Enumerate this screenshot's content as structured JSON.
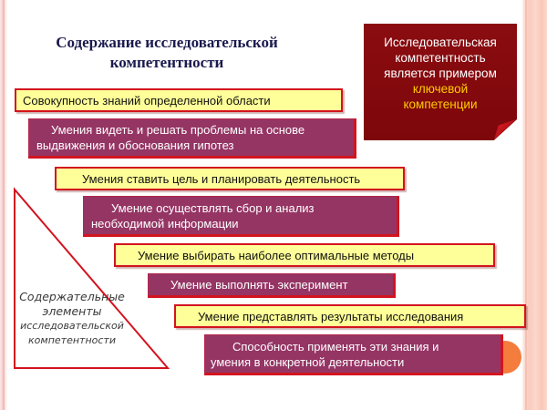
{
  "slide": {
    "title_line1": "Содержание исследовательской",
    "title_line2": "компетентности",
    "callout": {
      "line1": "Исследовательская",
      "line2": "компетентность",
      "line3": "является примером",
      "highlight1": "ключевой",
      "highlight2": "компетенции",
      "background_color": "#800a0d",
      "highlight_color": "#ffcc00"
    },
    "steps": [
      {
        "text": "Совокупность знаний определенной области",
        "style": "yellow"
      },
      {
        "line1": "Умения видеть и решать проблемы на основе",
        "line2": "выдвижения и обоснования гипотез",
        "style": "purple"
      },
      {
        "text": "Умения ставить цель и планировать деятельность",
        "style": "yellow"
      },
      {
        "line1": "Умение осуществлять сбор и анализ",
        "line2": "необходимой информации",
        "style": "purple"
      },
      {
        "text": "Умение выбирать наиболее оптимальные методы",
        "style": "yellow"
      },
      {
        "text": "Умение выполнять эксперимент",
        "style": "purple"
      },
      {
        "text": "Умение представлять результаты исследования",
        "style": "yellow"
      },
      {
        "line1": "Способность применять эти знания и",
        "line2": "умения в конкретной деятельности",
        "style": "purple"
      }
    ],
    "triangle_label": {
      "line1": "Содержательные",
      "line2": "элементы",
      "line3": "исследовательской",
      "line4": "компетентности"
    },
    "colors": {
      "yellow_fill": "#ffff99",
      "purple_fill": "#953564",
      "border_red": "#d2141f",
      "title_navy": "#1a1a4e",
      "accent_orange": "#f47c3c"
    }
  }
}
